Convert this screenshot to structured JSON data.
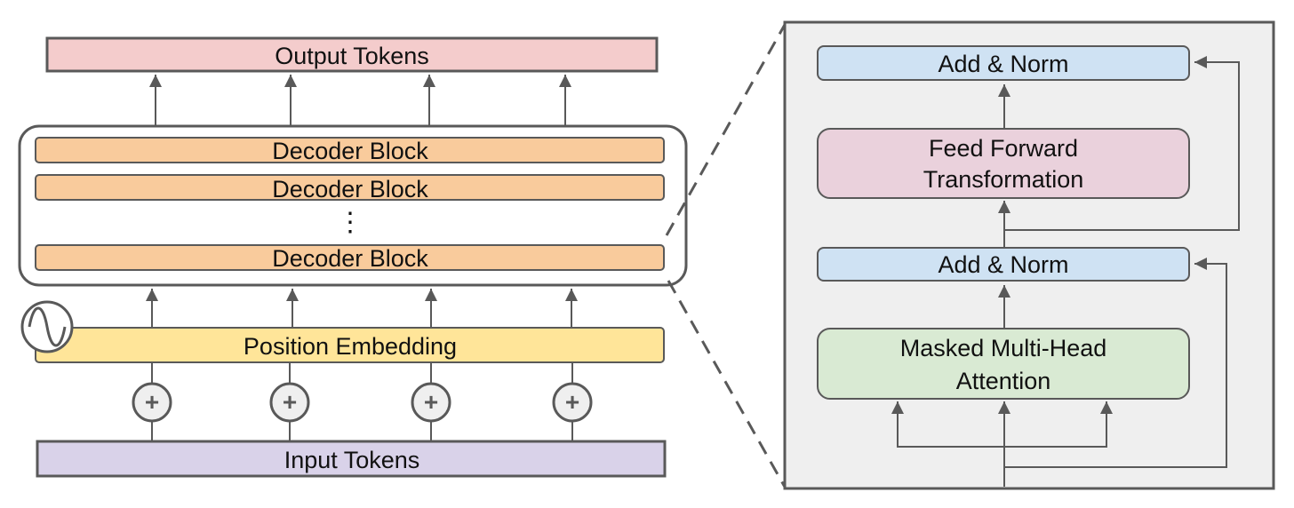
{
  "left": {
    "output_tokens": "Output Tokens",
    "decoder_blocks": [
      "Decoder Block",
      "Decoder Block",
      "Decoder Block"
    ],
    "ellipsis": "⋮",
    "position_embedding": "Position Embedding",
    "input_tokens": "Input Tokens",
    "adders": [
      "+",
      "+",
      "+",
      "+"
    ],
    "sine_icon": "sine-wave-icon"
  },
  "right": {
    "add_norm_top": "Add & Norm",
    "feed_forward": [
      "Feed Forward",
      "Transformation"
    ],
    "add_norm_bottom": "Add & Norm",
    "attention": [
      "Masked Multi-Head",
      "Attention"
    ]
  },
  "colors": {
    "output": "#f4cccc",
    "decoder": "#f9cb9c",
    "position": "#ffe599",
    "input": "#d9d2e9",
    "add_norm": "#cfe2f3",
    "feed_forward": "#ead1dc",
    "attention": "#d9ead3",
    "panel": "#efefef",
    "stroke": "#595959"
  }
}
